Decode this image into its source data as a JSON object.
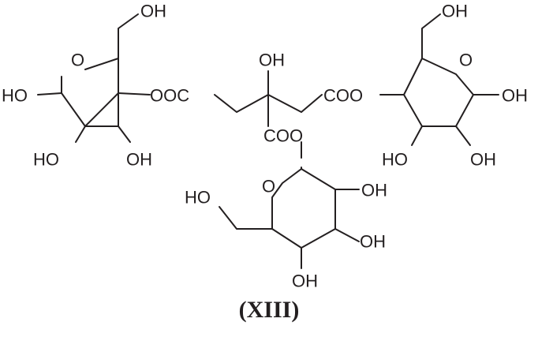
{
  "compound": {
    "label": "(XIII)"
  },
  "atoms": {
    "left_ring": {
      "ch2oh": "OH",
      "ring_o": "O",
      "anomeric_oh": "HO",
      "ester": "OOC",
      "c2_oh": "HO",
      "c3_oh": "OH"
    },
    "center": {
      "hydroxyl": "OH",
      "ester": "COO"
    },
    "right_ring": {
      "ch2oh": "OH",
      "ring_o": "O",
      "ester": "COO",
      "anomeric_oh": "OH",
      "c3_oh": "HO",
      "c2_oh": "OH"
    },
    "bottom_ring": {
      "ch2oh": "HO",
      "ring_o": "O",
      "c2_oh": "OH",
      "c3_oh": "OH",
      "c4_oh": "OH"
    }
  },
  "colors": {
    "ink": "#231f20",
    "background": "#ffffff"
  }
}
